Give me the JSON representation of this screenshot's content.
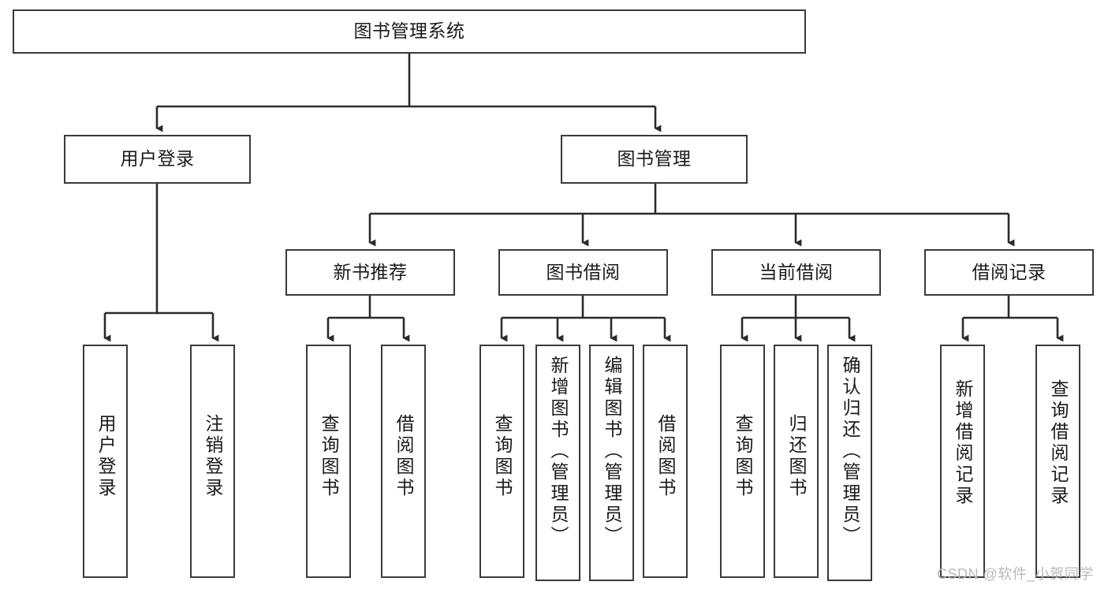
{
  "diagram": {
    "title": "图书管理系统",
    "type": "tree",
    "orientation": "top-down",
    "colors": {
      "box_border": "#3a3a3a",
      "box_fill": "#ffffff",
      "connector": "#2b2b2b",
      "text": "#1a1a1a",
      "watermark": "#b9b9b9"
    }
  },
  "root": {
    "label": "图书管理系统"
  },
  "level2": [
    {
      "label": "用户登录"
    },
    {
      "label": "图书管理"
    }
  ],
  "level3": [
    {
      "label": "新书推荐"
    },
    {
      "label": "图书借阅"
    },
    {
      "label": "当前借阅"
    },
    {
      "label": "借阅记录"
    }
  ],
  "leaves": {
    "user_login": [
      {
        "label": "用户登录"
      },
      {
        "label": "注销登录"
      }
    ],
    "new_book_recommend": [
      {
        "label": "查询图书"
      },
      {
        "label": "借阅图书"
      }
    ],
    "book_borrow": [
      {
        "label": "查询图书"
      },
      {
        "label": "新增图书（管理员）"
      },
      {
        "label": "编辑图书（管理员）"
      },
      {
        "label": "借阅图书"
      }
    ],
    "current_borrow": [
      {
        "label": "查询图书"
      },
      {
        "label": "归还图书"
      },
      {
        "label": "确认归还（管理员）"
      }
    ],
    "borrow_record": [
      {
        "label": "新增借阅记录"
      },
      {
        "label": "查询借阅记录"
      }
    ]
  },
  "watermark": {
    "text": "CSDN @软件_小贺同学"
  }
}
